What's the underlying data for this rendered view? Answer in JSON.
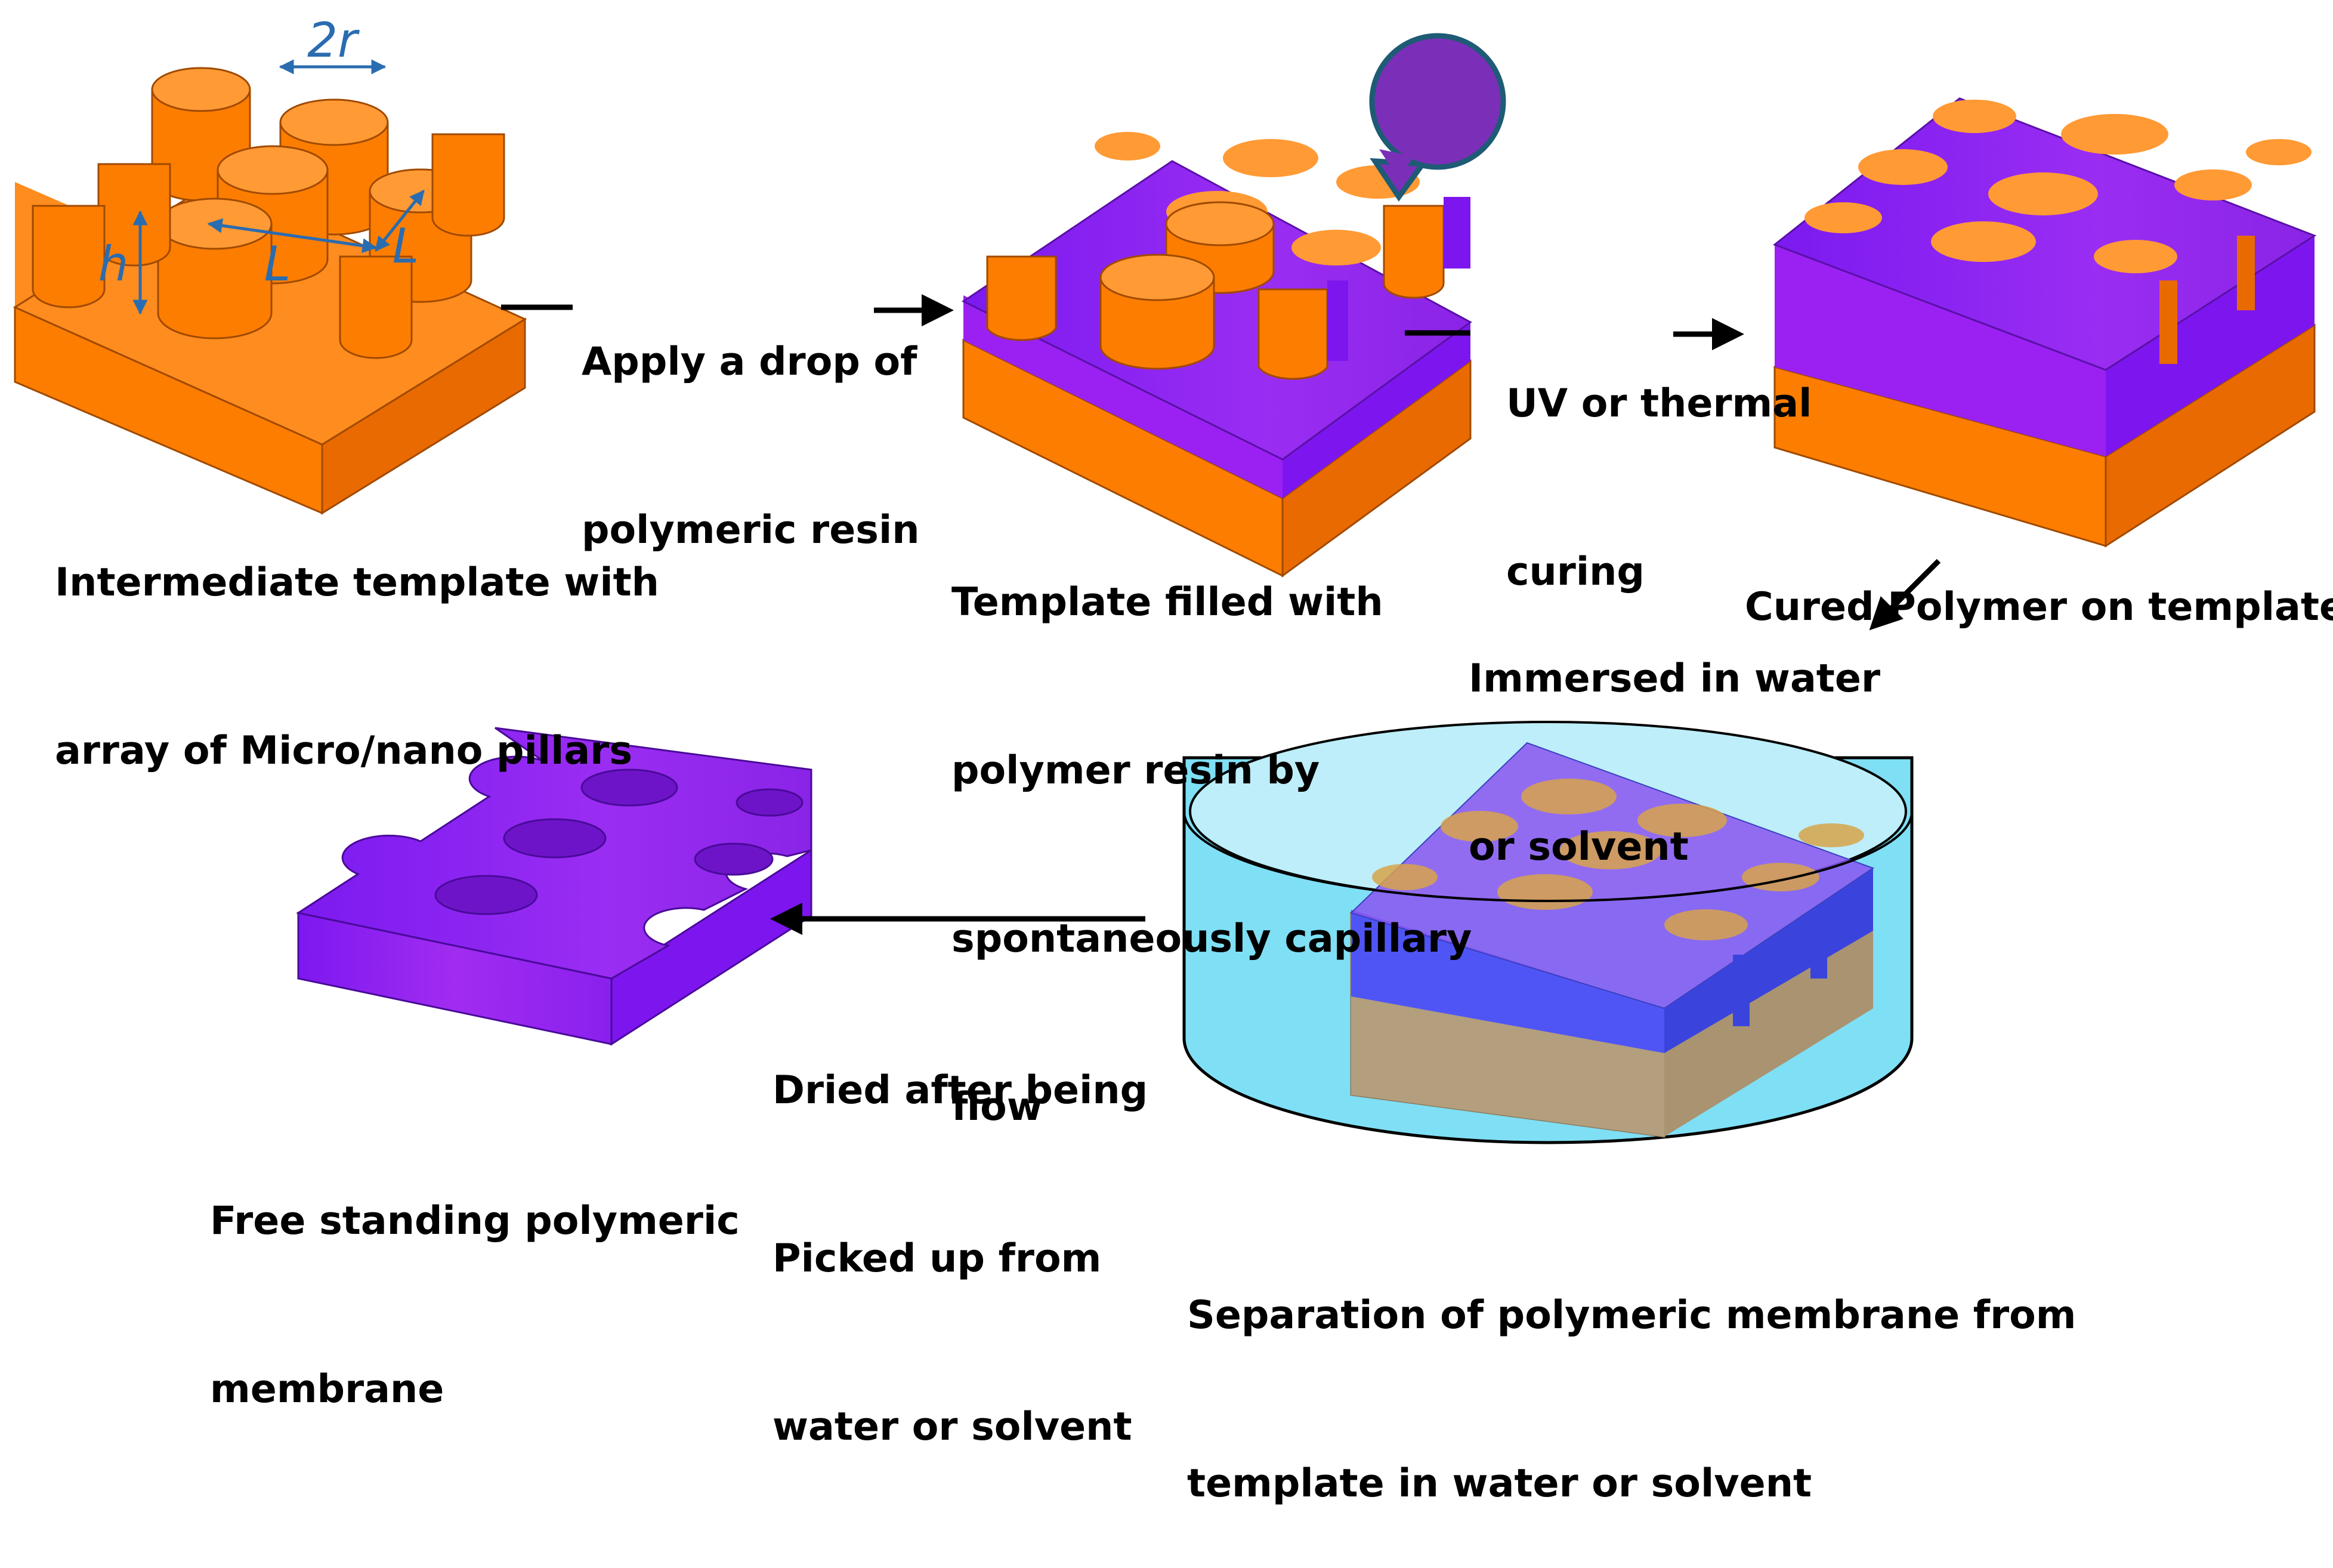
{
  "colors": {
    "orange_top": "#fe8c1f",
    "orange_front": "#fd7d00",
    "orange_side": "#e86a00",
    "orange_hole": "#ff9a35",
    "purple_top": "#8a2be2",
    "purple_front": "#9b21f2",
    "purple_side": "#7d16ee",
    "blue_dim": "#2a6cb0",
    "water": "#7fdff5",
    "water_top": "#bdeef9",
    "blue_layer": "#4f55f5",
    "tan_layer": "#b39e7d"
  },
  "icons": {
    "resin_drop": "speech-bubble-drop-icon",
    "arrows": "arrow-right-icon"
  },
  "dimensions": {
    "diameter": "2r",
    "height": "h",
    "spacing_x": "L",
    "spacing_y": "L"
  },
  "captions": {
    "template": [
      "Intermediate template with",
      "array of Micro/nano pillars"
    ],
    "step1": [
      "Apply a drop of",
      "polymeric resin"
    ],
    "filled": [
      "Template filled with",
      "polymer resin by",
      "spontaneously capillary",
      "flow"
    ],
    "step2": [
      "UV or thermal",
      "curing"
    ],
    "cured": [
      "Cured Polymer on template"
    ],
    "step3": [
      "Immersed in water",
      "or solvent"
    ],
    "separation": [
      "Separation of polymeric membrane from",
      "template in water or solvent"
    ],
    "step4": [
      "Dried after being",
      "Picked up from",
      "water or solvent"
    ],
    "membrane": [
      "Free standing polymeric",
      "membrane"
    ]
  }
}
